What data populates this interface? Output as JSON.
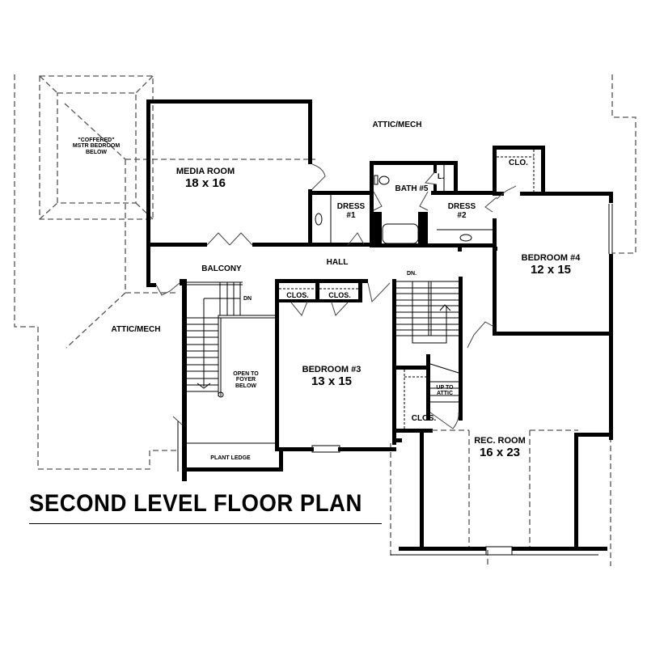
{
  "plan": {
    "title": "SECOND LEVEL FLOOR PLAN",
    "colors": {
      "wall": "#000000",
      "dashed": "#555555",
      "background": "#ffffff"
    }
  },
  "rooms": {
    "coffered": {
      "line1": "\"COFFERED\"",
      "line2": "MSTR BEDROOM",
      "line3": "BELOW"
    },
    "media_room": {
      "name": "MEDIA ROOM",
      "dims": "18 x 16"
    },
    "attic_mech_top": {
      "name": "ATTIC/MECH"
    },
    "attic_mech_left": {
      "name": "ATTIC/MECH"
    },
    "bath5": {
      "name": "BATH #5"
    },
    "linen": {
      "name": "L."
    },
    "dress1": {
      "line1": "DRESS",
      "line2": "#1"
    },
    "dress2": {
      "line1": "DRESS",
      "line2": "#2"
    },
    "clo_bed4": {
      "name": "CLO."
    },
    "bedroom4": {
      "name": "BEDROOM #4",
      "dims": "12 x 15"
    },
    "balcony": {
      "name": "BALCONY"
    },
    "hall": {
      "name": "HALL"
    },
    "stair_dn_left": {
      "name": "DN"
    },
    "open_to_foyer": {
      "line1": "OPEN TO",
      "line2": "FOYER",
      "line3": "BELOW"
    },
    "plant_ledge": {
      "name": "PLANT LEDGE"
    },
    "clos_a": {
      "name": "CLOS."
    },
    "clos_b": {
      "name": "CLOS."
    },
    "bedroom3": {
      "name": "BEDROOM #3",
      "dims": "13 x 15"
    },
    "stair_dn_right": {
      "name": "DN."
    },
    "up_to_attic": {
      "line1": "UP TO",
      "line2": "ATTIC"
    },
    "clos_c": {
      "name": "CLOS."
    },
    "rec_room": {
      "name": "REC. ROOM",
      "dims": "16 x 23"
    }
  }
}
